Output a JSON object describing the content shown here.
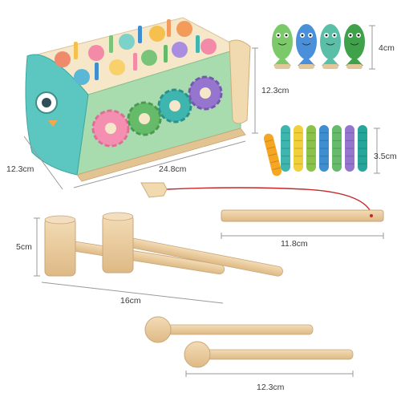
{
  "product": {
    "fish_count": 4,
    "worm_count": 8
  },
  "dimensions": {
    "fish_height": "4cm",
    "box_height": "12.3cm",
    "box_depth": "12.3cm",
    "box_length": "24.8cm",
    "worm_height": "3.5cm",
    "rod_length": "11.8cm",
    "hammer_head": "5cm",
    "hammer_length": "16cm",
    "mallet_length": "12.3cm"
  },
  "colors": {
    "box_top": "#f6e7c9",
    "box_front": "#9fd6a4",
    "owl_teal": "#5cc6c0",
    "wood": "#ecd2a8",
    "dimension_line": "#9a9a9a",
    "string": "#c62828",
    "fish": [
      "#7cc96a",
      "#4a8fd9",
      "#5bbfa8",
      "#3fa14a"
    ],
    "worms": [
      "#f5a623",
      "#3fb5b0",
      "#f2d03b",
      "#8bc34a",
      "#3e8ed0",
      "#66bb6a",
      "#9575cd",
      "#26a69a"
    ]
  }
}
